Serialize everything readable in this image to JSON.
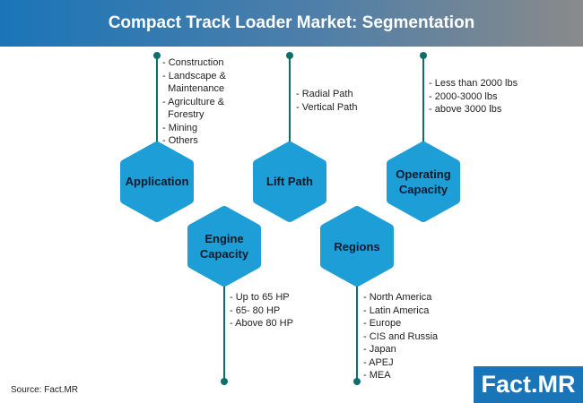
{
  "title": "Compact Track Loader Market: Segmentation",
  "segments": [
    {
      "label": "Application",
      "items": [
        "- Construction",
        "- Landscape &",
        "  Maintenance",
        "- Agriculture &",
        "  Forestry",
        "- Mining",
        "- Others"
      ]
    },
    {
      "label": "Lift Path",
      "items": [
        "- Radial Path",
        "- Vertical Path"
      ]
    },
    {
      "label": "Operating\nCapacity",
      "items": [
        "- Less than 2000 lbs",
        "- 2000-3000 lbs",
        "- above 3000 lbs"
      ]
    },
    {
      "label": "Engine\nCapacity",
      "items": [
        "- Up to 65 HP",
        "- 65- 80 HP",
        "- Above 80 HP"
      ]
    },
    {
      "label": "Regions",
      "items": [
        "- North America",
        "- Latin America",
        "- Europe",
        "- CIS and Russia",
        "- Japan",
        "- APEJ",
        "- MEA"
      ]
    }
  ],
  "source": "Source: Fact.MR",
  "logo": "Fact.MR",
  "colors": {
    "hexagon": "#1e9ed6",
    "connector": "#0e6e6a",
    "header": "#1a75b8"
  }
}
